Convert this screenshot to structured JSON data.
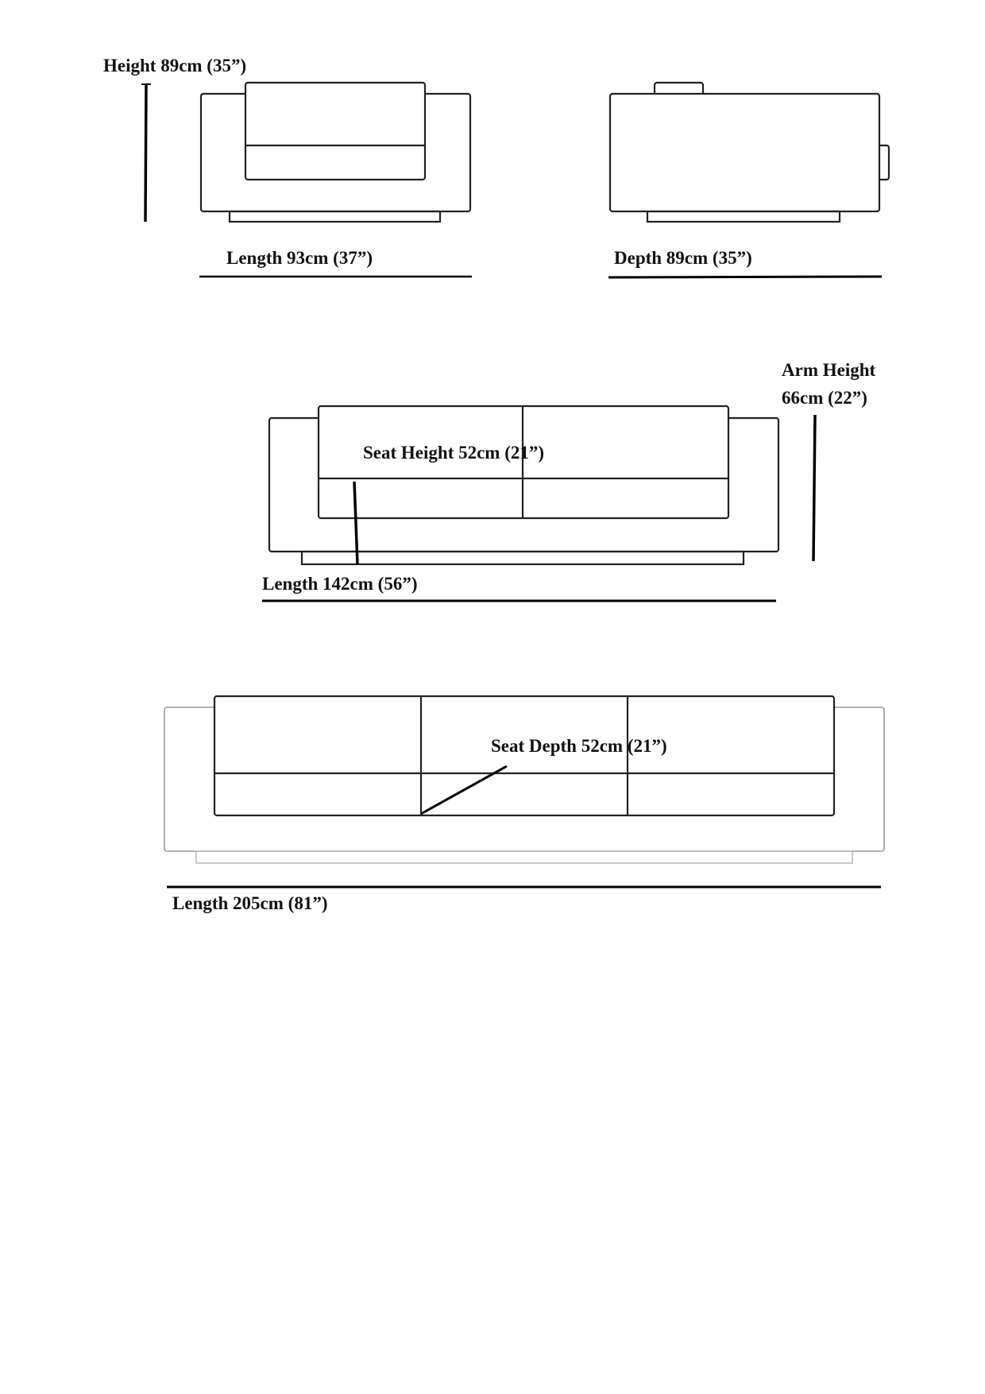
{
  "armchair": {
    "height_label": "Height 89cm (35”)",
    "length_label": "Length 93cm (37”)",
    "depth_label": "Depth 89cm (35”)"
  },
  "loveseat": {
    "seat_height_label": "Seat Height 52cm (21”)",
    "arm_height_label_line1": "Arm Height",
    "arm_height_label_line2": "66cm (22”)",
    "length_label": "Length 142cm (56”)"
  },
  "sofa": {
    "seat_depth_label": "Seat Depth 52cm (21”)",
    "length_label": "Length 205cm (81”)"
  }
}
